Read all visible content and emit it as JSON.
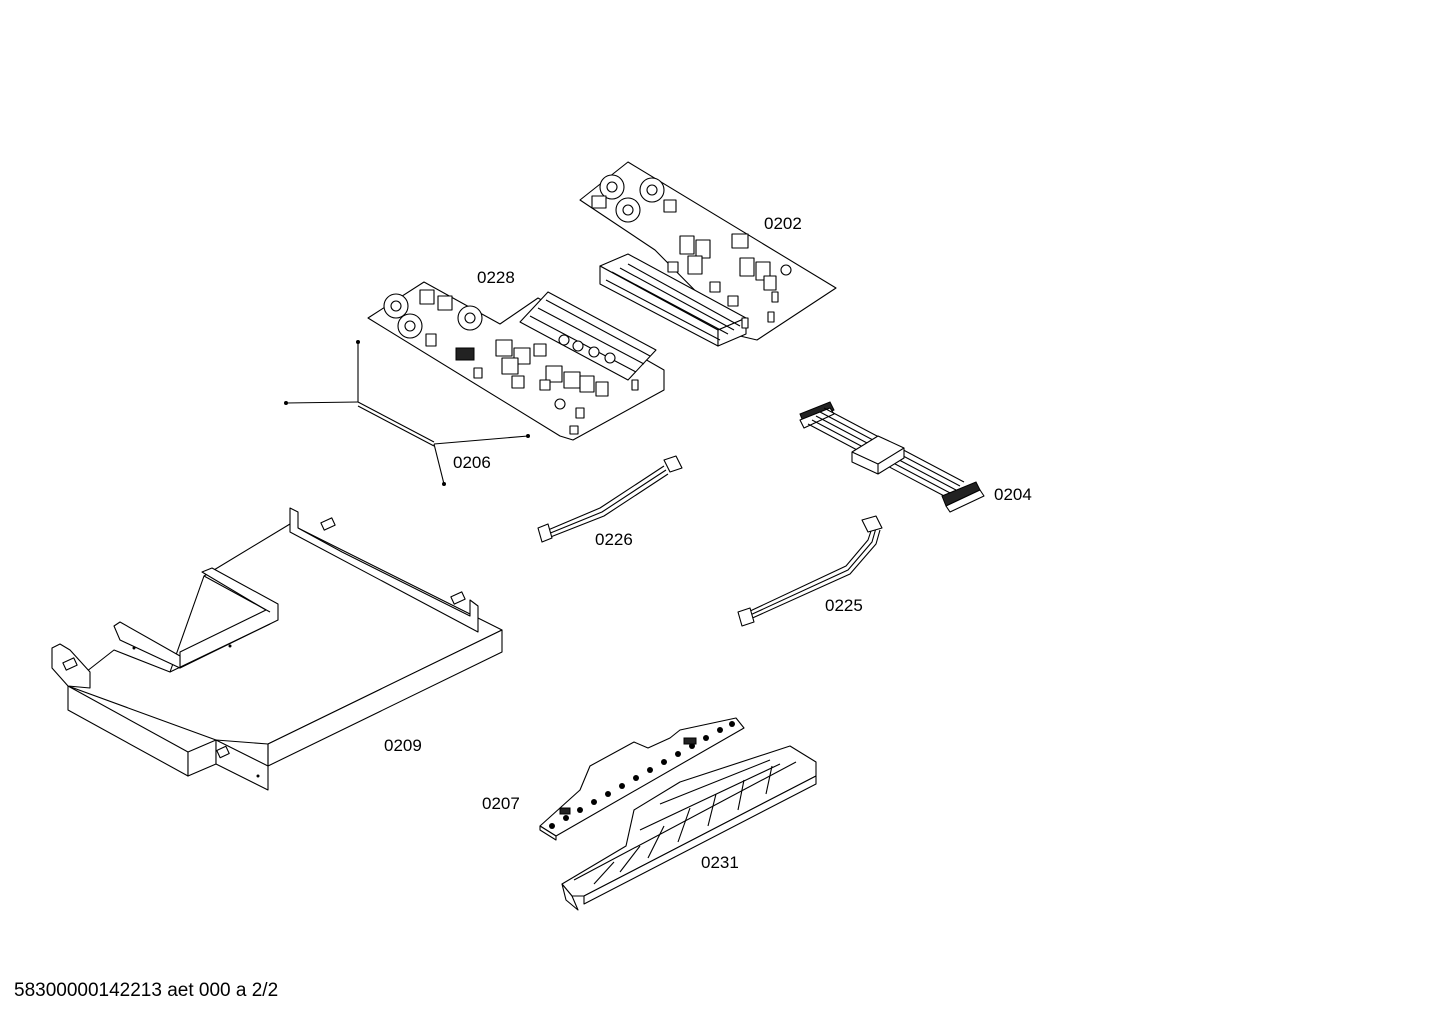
{
  "parts": [
    {
      "id": "0202",
      "label": "0202"
    },
    {
      "id": "0228",
      "label": "0228"
    },
    {
      "id": "0206",
      "label": "0206"
    },
    {
      "id": "0204",
      "label": "0204"
    },
    {
      "id": "0226",
      "label": "0226"
    },
    {
      "id": "0225",
      "label": "0225"
    },
    {
      "id": "0209",
      "label": "0209"
    },
    {
      "id": "0207",
      "label": "0207"
    },
    {
      "id": "0231",
      "label": "0231"
    }
  ],
  "footer": {
    "text": "58300000142213 aet 000 a 2/2"
  }
}
